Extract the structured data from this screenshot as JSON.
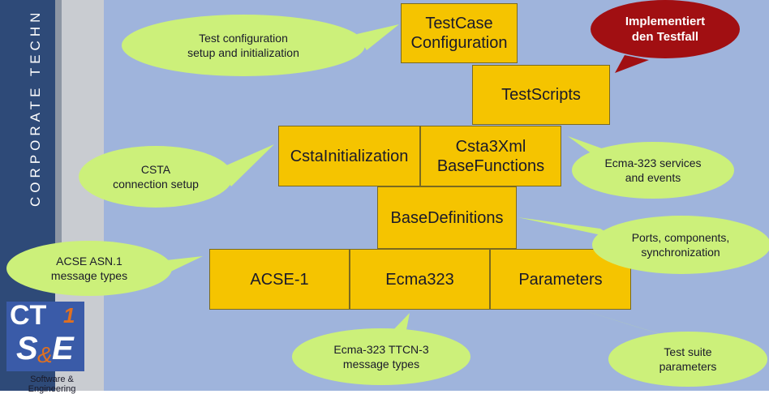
{
  "sidebar": {
    "vertical_text": "CORPORATE TECHN",
    "logo": {
      "ct": "CT",
      "one": "1",
      "se": "S",
      "amp": "&",
      "e": "E"
    },
    "caption_line1": "Software &",
    "caption_line2": "Engineering"
  },
  "boxes": {
    "testcase_line1": "TestCase",
    "testcase_line2": "Configuration",
    "testscripts": "TestScripts",
    "cstainit": "CstaInitialization",
    "csta3xml_line1": "Csta3Xml",
    "csta3xml_line2": "BaseFunctions",
    "basedefs": "BaseDefinitions",
    "acse": "ACSE-1",
    "ecma": "Ecma323",
    "params": "Parameters"
  },
  "callouts": {
    "testconfig_line1": "Test configuration",
    "testconfig_line2": "setup and initialization",
    "implementiert_line1": "Implementiert",
    "implementiert_line2": "den Testfall",
    "csta_line1": "CSTA",
    "csta_line2": "connection setup",
    "ecma_services_line1": "Ecma-323 services",
    "ecma_services_line2": "and events",
    "ports_line1": "Ports, components,",
    "ports_line2": "synchronization",
    "acse_asn_line1": "ACSE ASN.1",
    "acse_asn_line2": "message types",
    "ttcn_line1": "Ecma-323 TTCN-3",
    "ttcn_line2": "message types",
    "suite_line1": "Test suite",
    "suite_line2": "parameters"
  },
  "colors": {
    "box_fill": "#f5c400",
    "callout_fill": "#ccf07a",
    "red_callout_fill": "#a10f12",
    "background": "#9fb4dc",
    "sidebar": "#2e4a78"
  }
}
